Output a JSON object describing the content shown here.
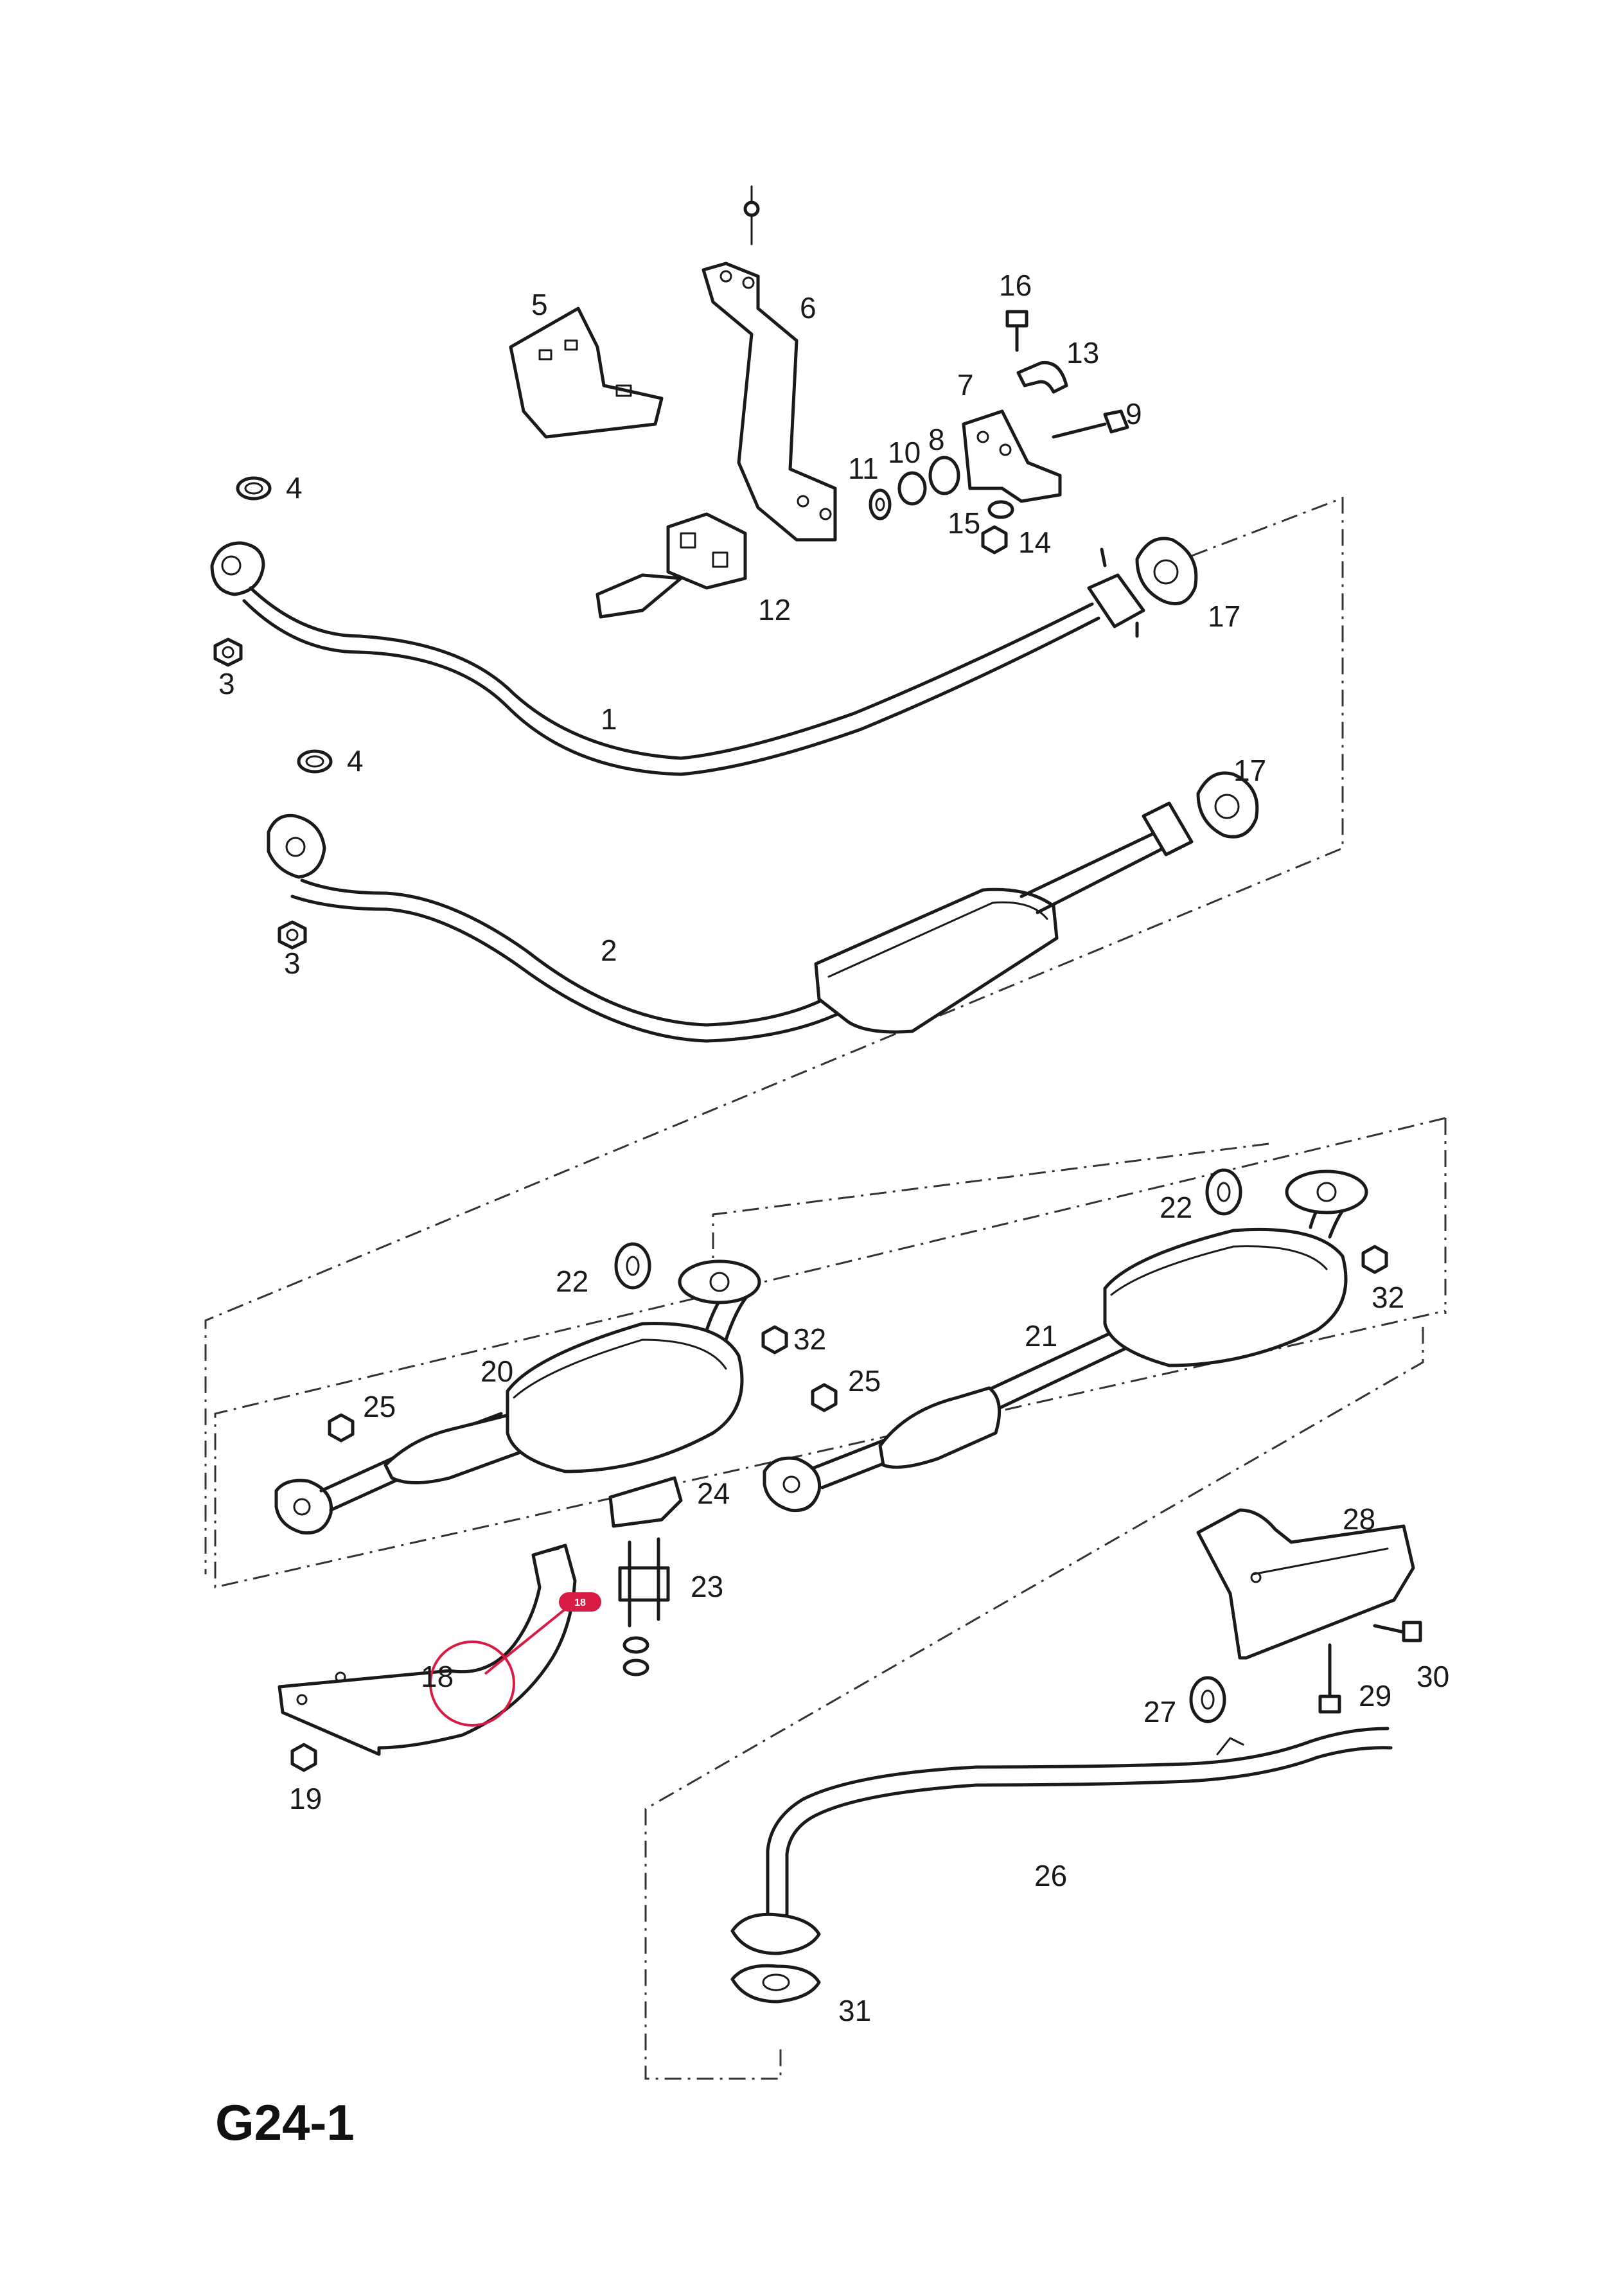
{
  "diagram_code": "G24-1",
  "accent_color": "#d81b45",
  "highlight": {
    "part": "18",
    "badge_text": "18"
  },
  "callouts": [
    {
      "id": "c1",
      "text": "1"
    },
    {
      "id": "c2",
      "text": "2"
    },
    {
      "id": "c3a",
      "text": "3"
    },
    {
      "id": "c3b",
      "text": "3"
    },
    {
      "id": "c4a",
      "text": "4"
    },
    {
      "id": "c4b",
      "text": "4"
    },
    {
      "id": "c5",
      "text": "5"
    },
    {
      "id": "c6",
      "text": "6"
    },
    {
      "id": "c7",
      "text": "7"
    },
    {
      "id": "c8",
      "text": "8"
    },
    {
      "id": "c9",
      "text": "9"
    },
    {
      "id": "c10",
      "text": "10"
    },
    {
      "id": "c11",
      "text": "11"
    },
    {
      "id": "c12",
      "text": "12"
    },
    {
      "id": "c13",
      "text": "13"
    },
    {
      "id": "c14",
      "text": "14"
    },
    {
      "id": "c15",
      "text": "15"
    },
    {
      "id": "c16",
      "text": "16"
    },
    {
      "id": "c17a",
      "text": "17"
    },
    {
      "id": "c17b",
      "text": "17"
    },
    {
      "id": "c18",
      "text": "18"
    },
    {
      "id": "c19",
      "text": "19"
    },
    {
      "id": "c20",
      "text": "20"
    },
    {
      "id": "c21",
      "text": "21"
    },
    {
      "id": "c22a",
      "text": "22"
    },
    {
      "id": "c22b",
      "text": "22"
    },
    {
      "id": "c23",
      "text": "23"
    },
    {
      "id": "c24",
      "text": "24"
    },
    {
      "id": "c25a",
      "text": "25"
    },
    {
      "id": "c25b",
      "text": "25"
    },
    {
      "id": "c26",
      "text": "26"
    },
    {
      "id": "c27",
      "text": "27"
    },
    {
      "id": "c28",
      "text": "28"
    },
    {
      "id": "c29",
      "text": "29"
    },
    {
      "id": "c30",
      "text": "30"
    },
    {
      "id": "c31",
      "text": "31"
    },
    {
      "id": "c32a",
      "text": "32"
    },
    {
      "id": "c32b",
      "text": "32"
    }
  ]
}
